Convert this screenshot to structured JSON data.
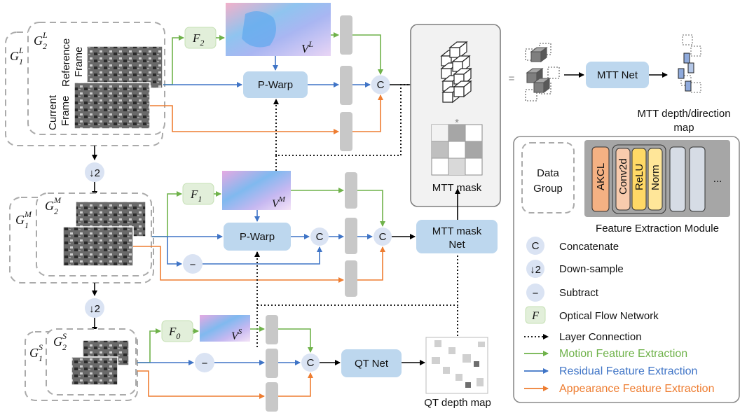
{
  "frames": {
    "reference": "Reference",
    "frame_word": "Frame",
    "current": "Current"
  },
  "groups": {
    "large": {
      "g1": "G",
      "g1_sub": "1",
      "g1_sup": "L",
      "g2": "G",
      "g2_sub": "2",
      "g2_sup": "L",
      "flow_net": "F",
      "flow_sub": "2",
      "flow": "V",
      "flow_sup": "L"
    },
    "medium": {
      "g1": "G",
      "g1_sub": "1",
      "g1_sup": "M",
      "g2": "G",
      "g2_sub": "2",
      "g2_sup": "M",
      "flow_net": "F",
      "flow_sub": "1",
      "flow": "V",
      "flow_sup": "M"
    },
    "small": {
      "g1": "G",
      "g1_sub": "1",
      "g1_sup": "S",
      "g2": "G",
      "g2_sub": "2",
      "g2_sup": "S",
      "flow_net": "F",
      "flow_sub": "0",
      "flow": "V",
      "flow_sup": "S"
    }
  },
  "blocks": {
    "pwarp": "P-Warp",
    "concat": "C",
    "downsample": "2",
    "mtt_mask_net_line1": "MTT mask",
    "mtt_mask_net_line2": "Net",
    "qt_net": "QT Net",
    "mtt_net": "MTT Net",
    "mtt_mask": "MTT mask",
    "qt_depth_map": "QT depth map",
    "mtt_depth_line1": "MTT depth/direction",
    "mtt_depth_line2": "map",
    "equals": "=",
    "star": "*"
  },
  "legend": {
    "data_group_line1": "Data",
    "data_group_line2": "Group",
    "fem_layers": [
      "AKCL",
      "Conv2d",
      "ReLU",
      "Norm"
    ],
    "fem_ellipsis": "...",
    "fem_title": "Feature Extraction Module",
    "items": [
      {
        "symbol": "C",
        "label": "Concatenate"
      },
      {
        "symbol": "↓2",
        "label": "Down-sample"
      },
      {
        "symbol": "−",
        "label": "Subtract"
      },
      {
        "symbol": "F",
        "label": "Optical Flow Network"
      },
      {
        "symbol": "dotted-arrow",
        "label": "Layer Connection"
      },
      {
        "symbol": "green-arrow",
        "label": "Motion Feature Extraction"
      },
      {
        "symbol": "blue-arrow",
        "label": "Residual Feature Extraction"
      },
      {
        "symbol": "orange-arrow",
        "label": "Appearance Feature Extraction"
      }
    ]
  },
  "colors": {
    "motion": "#6fb24a",
    "residual": "#3f74c6",
    "appearance": "#ee7d31",
    "block_fill": "#bdd7ee",
    "flow_fill": "#e2efda",
    "feature_bar": "#c8c8c8",
    "akcl": "#f4b183",
    "conv": "#f8cbad",
    "relu": "#ffd966",
    "norm": "#ffe699",
    "layer_gray": "#d6dce5"
  }
}
